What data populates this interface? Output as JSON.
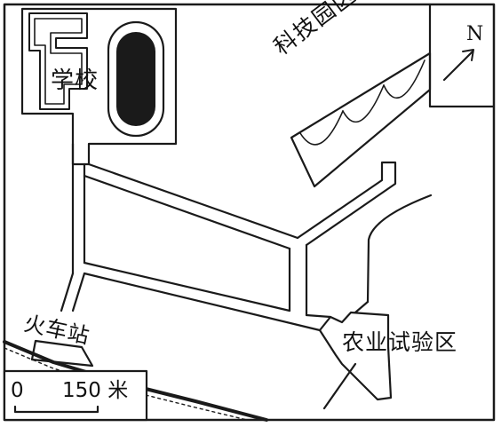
{
  "map": {
    "labels": {
      "school": "学校",
      "tech_park": "科技园区",
      "railway_station": "火车站",
      "agri_zone": "农业试验区"
    },
    "north_arrow": "N",
    "scale_bar": {
      "zero": "0",
      "value_unit": "150 米"
    },
    "colors": {
      "line": "#1a1a1a",
      "background": "#ffffff",
      "track_infield": "#1a1a1a"
    }
  }
}
